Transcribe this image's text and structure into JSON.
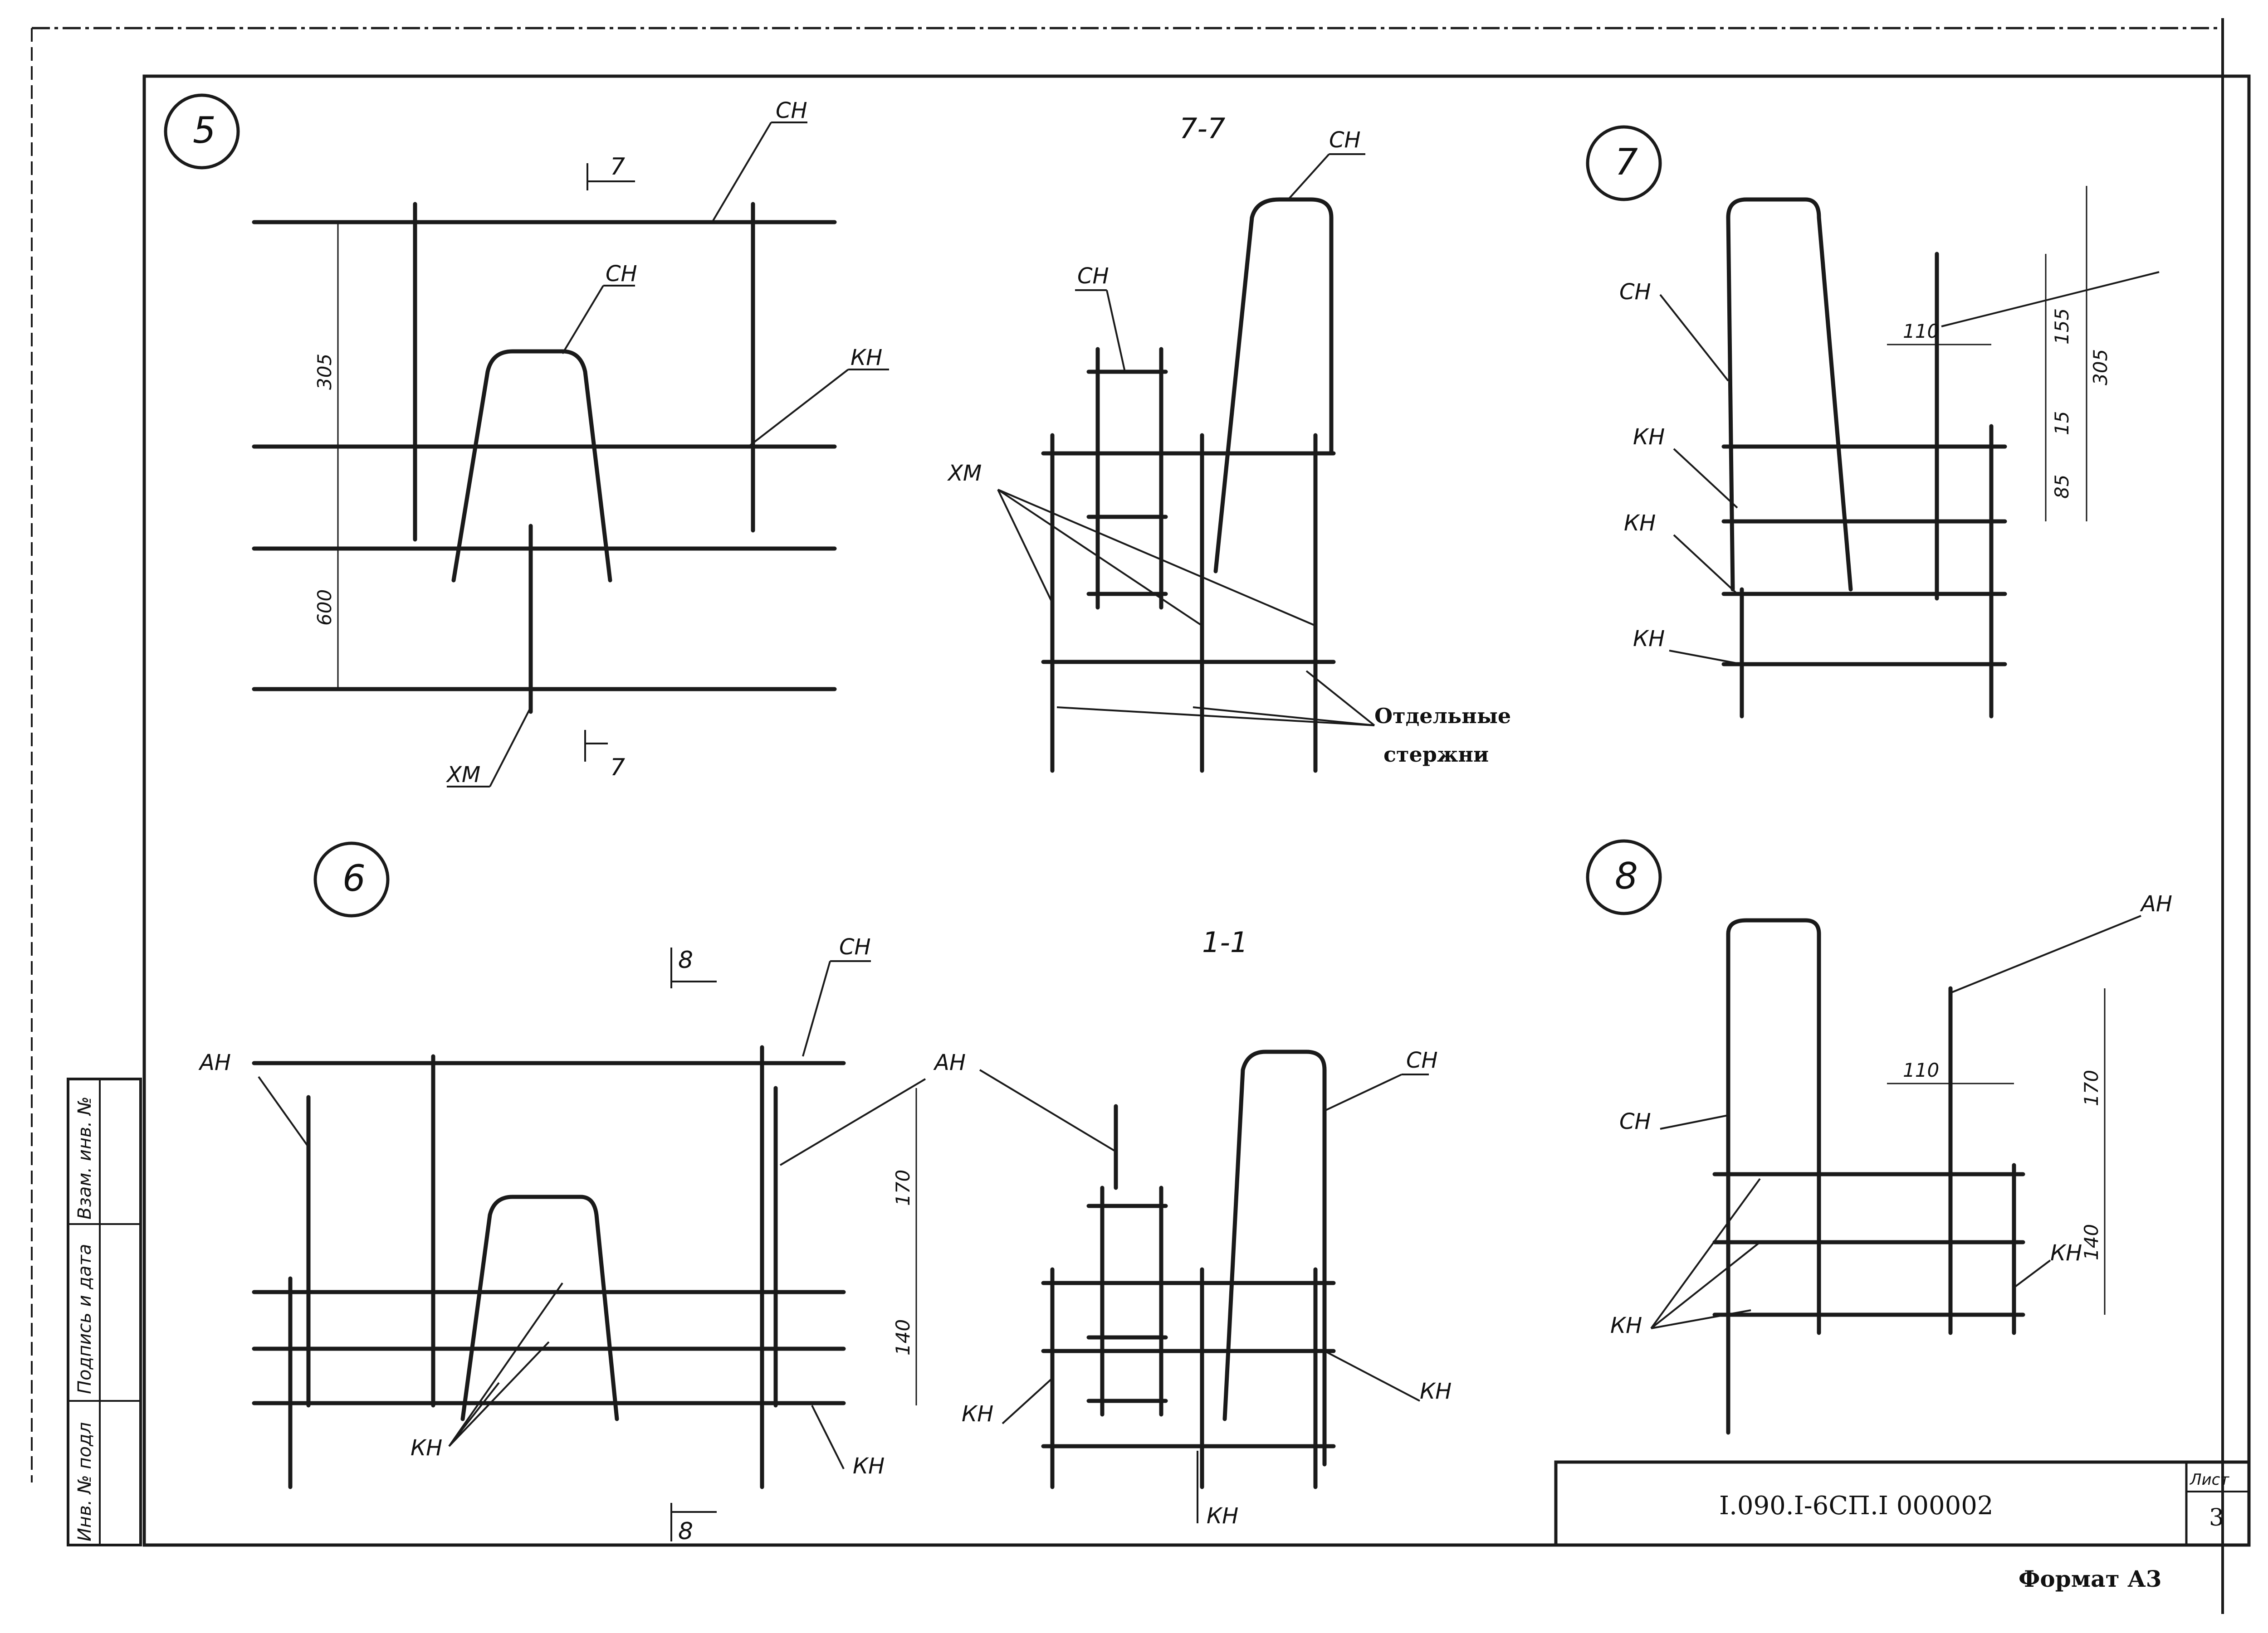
{
  "callouts": {
    "c5": "5",
    "c6": "6",
    "c7": "7",
    "c8": "8"
  },
  "section_titles": {
    "s77": "7-7",
    "s11": "1-1"
  },
  "section_marks": {
    "m7a": "7",
    "m7b": "7",
    "m8a": "8",
    "m8b": "8"
  },
  "labels": {
    "sn": "СН",
    "kn": "КН",
    "xm": "ХМ",
    "an": "АН",
    "individual_bars_1": "Отдельные",
    "individual_bars_2": "стержни"
  },
  "dimensions": {
    "d305": "305",
    "d600": "600",
    "d155": "155",
    "d15": "15",
    "d85": "85",
    "d110": "110",
    "d170": "170",
    "d140": "140"
  },
  "title_block": {
    "code": "I.090.I-6СП.I   000002",
    "sheet_label": "Лист",
    "sheet_number": "3"
  },
  "side_stamp": {
    "inv_podl": "Инв. № подл",
    "sign_date": "Подпись и дата",
    "vzam_inv": "Взам. инв. №"
  },
  "format": "Формат А3"
}
